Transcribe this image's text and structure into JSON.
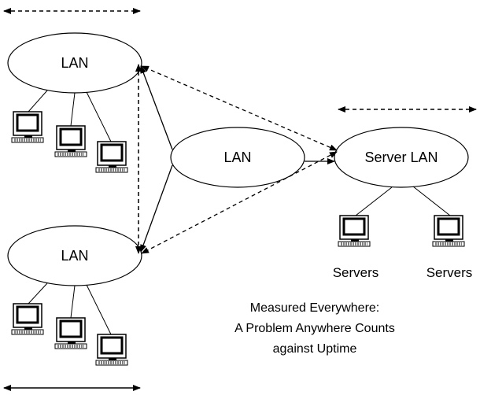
{
  "nodes": {
    "lan_top": {
      "label": "LAN"
    },
    "lan_bottom": {
      "label": "LAN"
    },
    "lan_center": {
      "label": "LAN"
    },
    "server_lan": {
      "label": "Server LAN"
    }
  },
  "servers": {
    "left_label": "Servers",
    "right_label": "Servers"
  },
  "caption": {
    "line1": "Measured Everywhere:",
    "line2": "A Problem Anywhere Counts",
    "line3": "against Uptime"
  }
}
